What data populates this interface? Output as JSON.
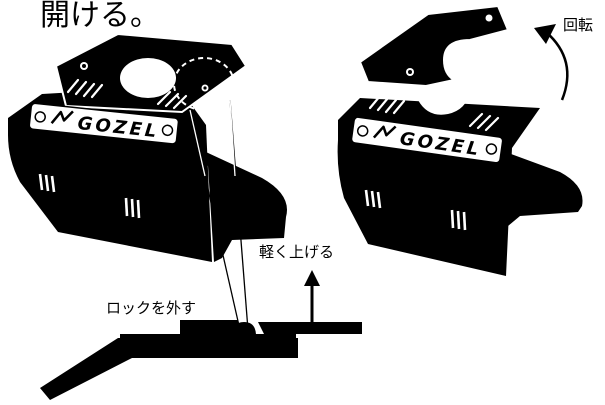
{
  "labels": {
    "title": "開ける。",
    "rotate": "回転",
    "lift": "軽く上げる",
    "unlock": "ロックを外す"
  },
  "brand": {
    "logo_text": "GOZEL"
  },
  "colors": {
    "ink": "#000000",
    "paper": "#ffffff"
  },
  "icons": [
    "curved-arrow-icon",
    "up-arrow-icon",
    "brand-logo-icon"
  ]
}
